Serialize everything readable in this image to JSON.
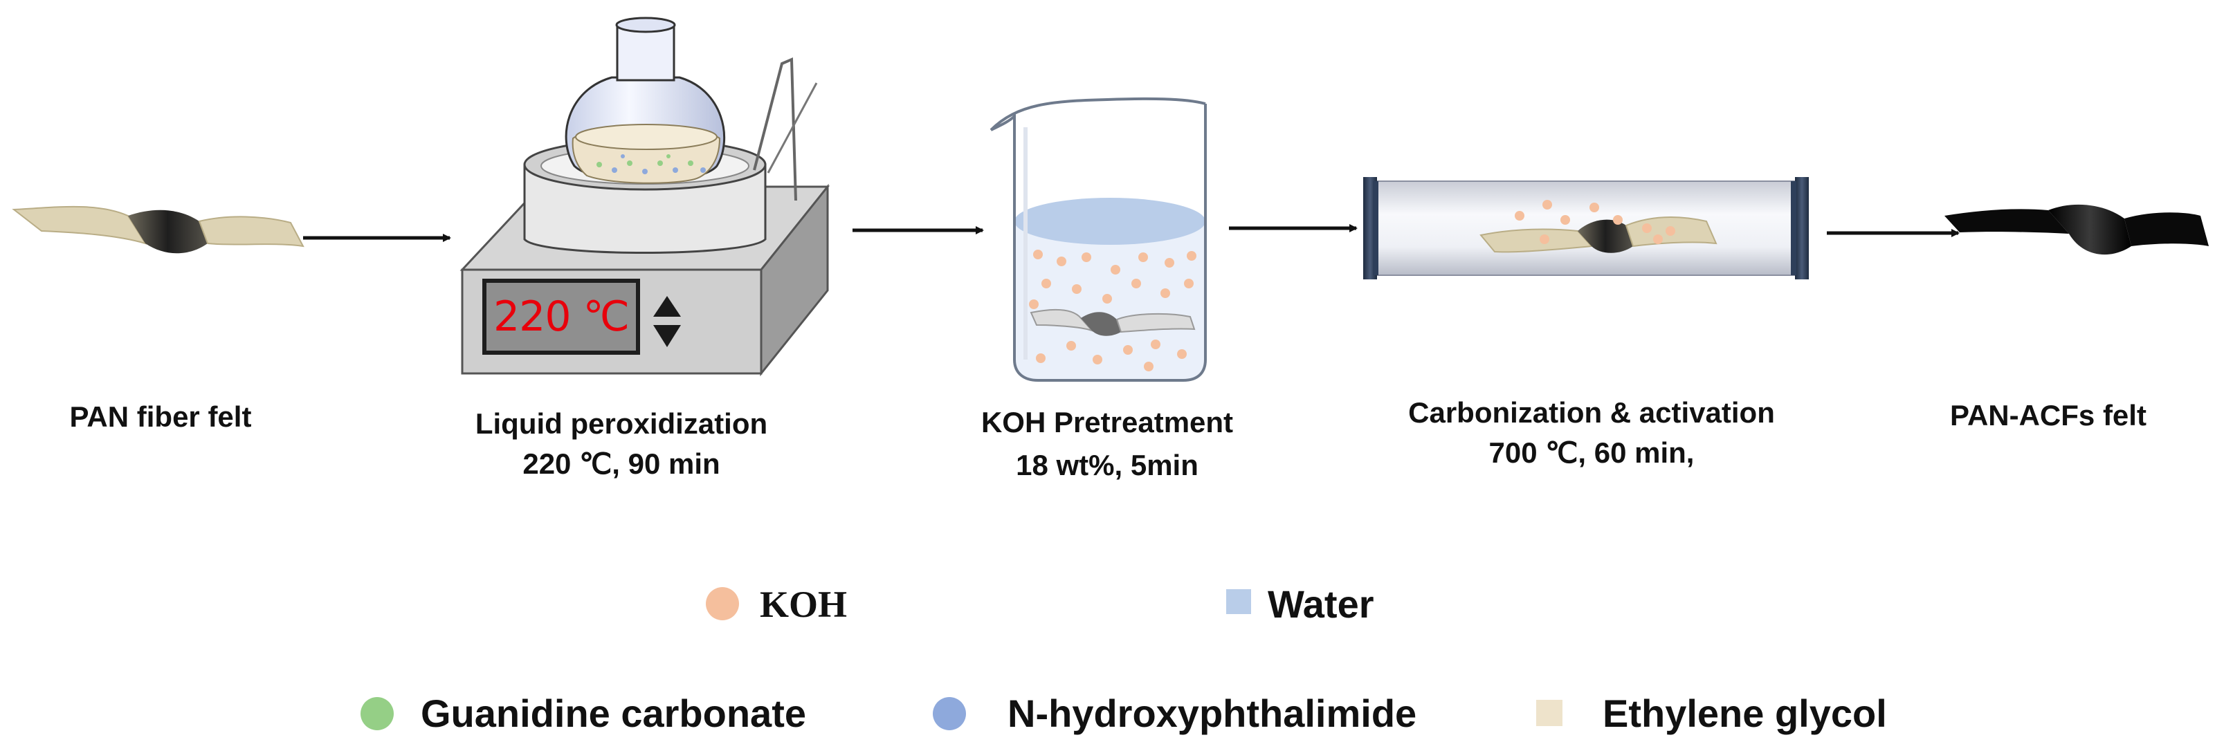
{
  "steps": [
    {
      "name": "PAN fiber felt",
      "detail": ""
    },
    {
      "name": "Liquid peroxidization",
      "detail": "220 ℃, 90 min"
    },
    {
      "name": "KOH Pretreatment",
      "detail": "18 wt%,  5min"
    },
    {
      "name": "Carbonization & activation",
      "detail": "700 ℃, 60 min,"
    },
    {
      "name": "PAN-ACFs felt",
      "detail": ""
    }
  ],
  "hotplate": {
    "display": "220 ℃"
  },
  "legend": {
    "row1": [
      {
        "label": "KOH",
        "shape": "circle",
        "color": "#f5bf9d"
      },
      {
        "label": "Water",
        "shape": "square",
        "color": "#b9cde9"
      }
    ],
    "row2": [
      {
        "label": "Guanidine carbonate",
        "shape": "circle",
        "color": "#95cf86"
      },
      {
        "label": "N-hydroxyphthalimide",
        "shape": "circle",
        "color": "#8ea9dc"
      },
      {
        "label": "Ethylene glycol",
        "shape": "square",
        "color": "#eee3cb"
      }
    ]
  },
  "colors": {
    "felt": "#ddd3b4",
    "felt_dark": "#2a2a2a",
    "display_text": "#e8000b",
    "water": "#b9cde9",
    "koh": "#f5bf9d"
  }
}
